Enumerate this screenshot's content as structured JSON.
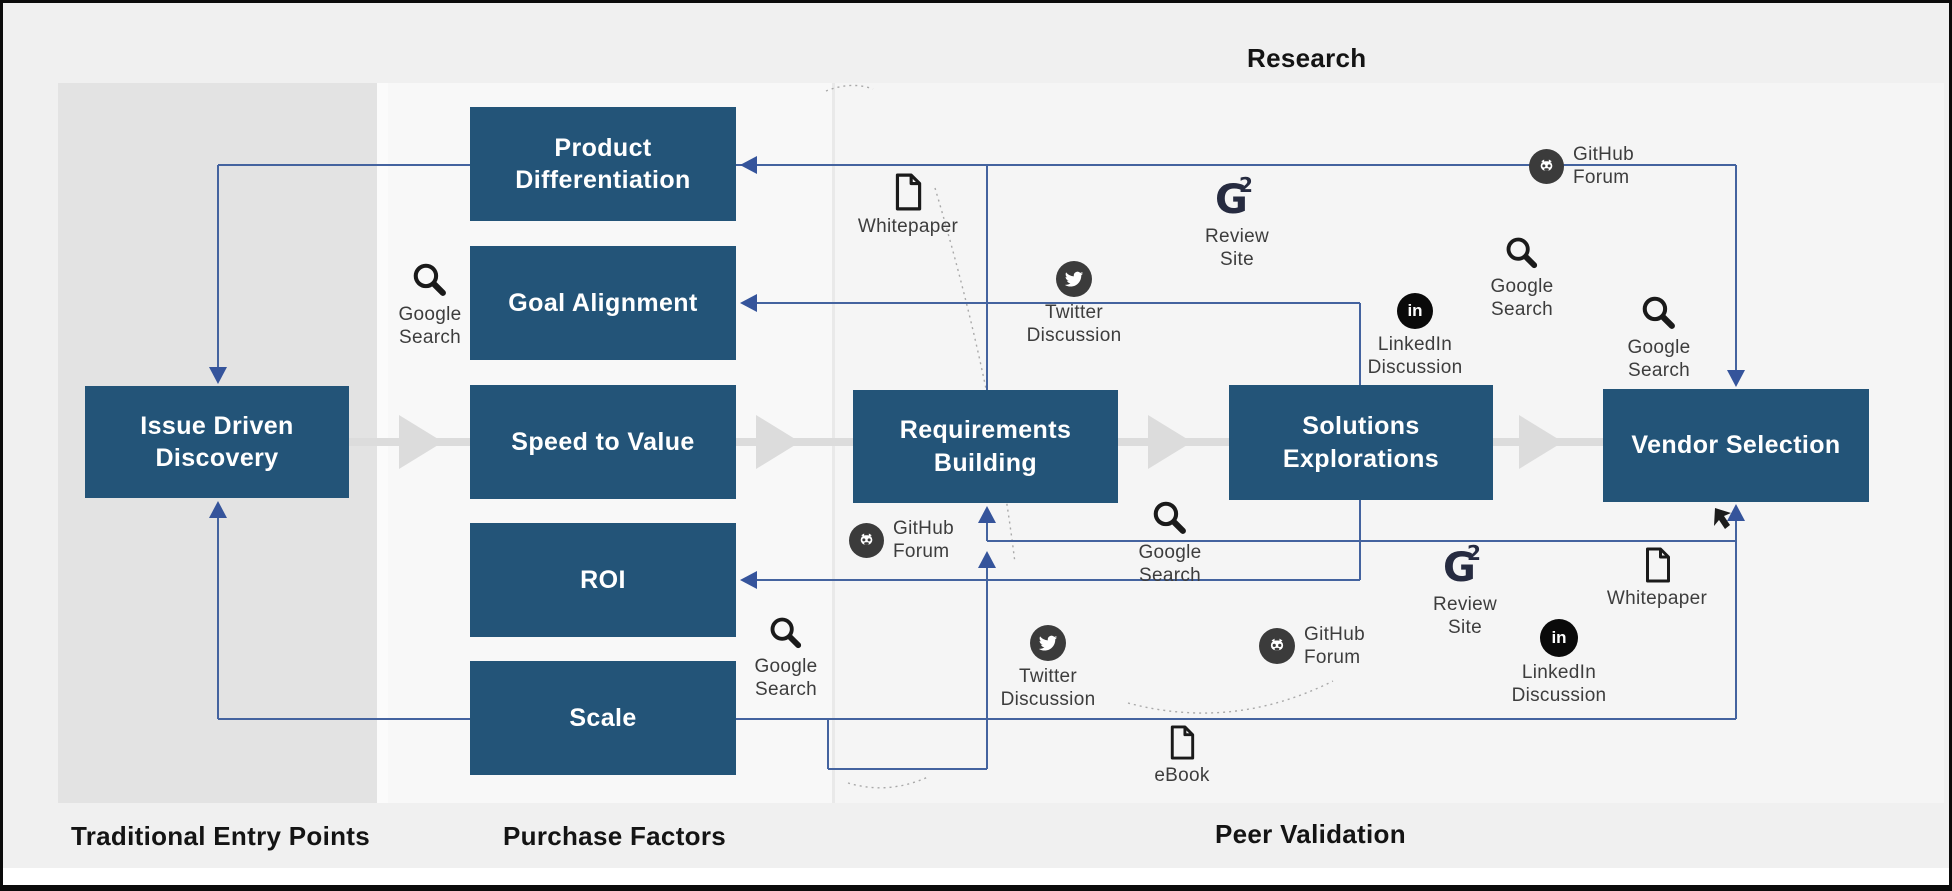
{
  "header": {
    "research_label": "Research"
  },
  "sections": {
    "traditional_entry_points": "Traditional Entry Points",
    "purchase_factors": "Purchase Factors",
    "peer_validation": "Peer Validation"
  },
  "stages": {
    "issue_driven_discovery": "Issue Driven Discovery",
    "requirements_building": "Requirements Building",
    "solutions_explorations": "Solutions Explorations",
    "vendor_selection": "Vendor Selection"
  },
  "factors": {
    "product_differentiation": "Product Differentiation",
    "goal_alignment": "Goal Alignment",
    "speed_to_value": "Speed to Value",
    "roi": "ROI",
    "scale": "Scale"
  },
  "touchpoints": {
    "google_search": "Google Search",
    "whitepaper": "Whitepaper",
    "twitter_discussion": "Twitter Discussion",
    "review_site": "Review Site",
    "github_forum": "GitHub Forum",
    "linkedin_discussion": "LinkedIn Discussion",
    "ebook": "eBook",
    "g2_glyph": "G",
    "g2_sup": "2",
    "linkedin_glyph": "in"
  },
  "colors": {
    "stage_box": "#235478",
    "connector_blue": "#44639f",
    "arrowhead_blue": "#35549b",
    "chevron_gray": "#dcdcdc",
    "icon_dark": "#3b3b3b",
    "g2_navy": "#262b40",
    "panel_dark": "#e3e3e3",
    "canvas": "#f0f0f0"
  }
}
